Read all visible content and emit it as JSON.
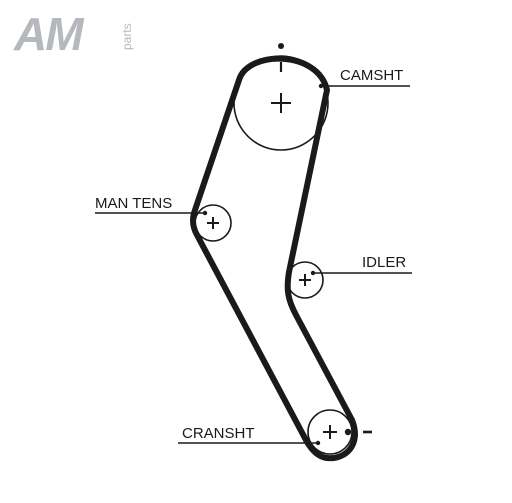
{
  "logo": {
    "main": "AM",
    "sub": "parts"
  },
  "labels": {
    "camshaft": "CAMSHT",
    "manual_tensioner": "MAN TENS",
    "idler": "IDLER",
    "crankshaft": "CRANSHT"
  },
  "colors": {
    "belt": "#1a1a1a",
    "logo": "#b5b8bd",
    "background": "#ffffff"
  }
}
